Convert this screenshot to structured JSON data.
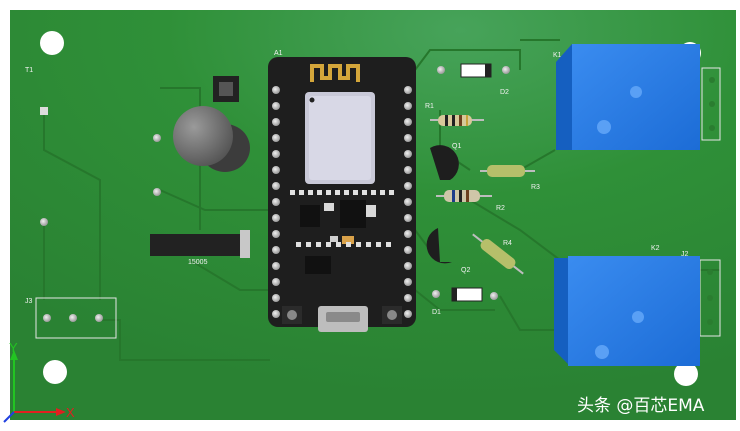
{
  "labels": {
    "T1": "T1",
    "A1": "A1",
    "R1": "R1",
    "D2": "D2",
    "K1": "K1",
    "Q1": "Q1",
    "R3": "R3",
    "R2": "R2",
    "R4": "R4",
    "Q2": "Q2",
    "K2": "K2",
    "J2": "J2",
    "J3": "J3",
    "D1": "D1",
    "U_reg": "15005"
  },
  "axes": {
    "y": "Y",
    "x": "X"
  },
  "watermark": "头条 @百芯EMA",
  "colors": {
    "board": "#2f8f38",
    "trace": "#287a2e",
    "module": "#1e1e1e",
    "relay": "#1e73dc",
    "pad": "#c8c8c8"
  }
}
